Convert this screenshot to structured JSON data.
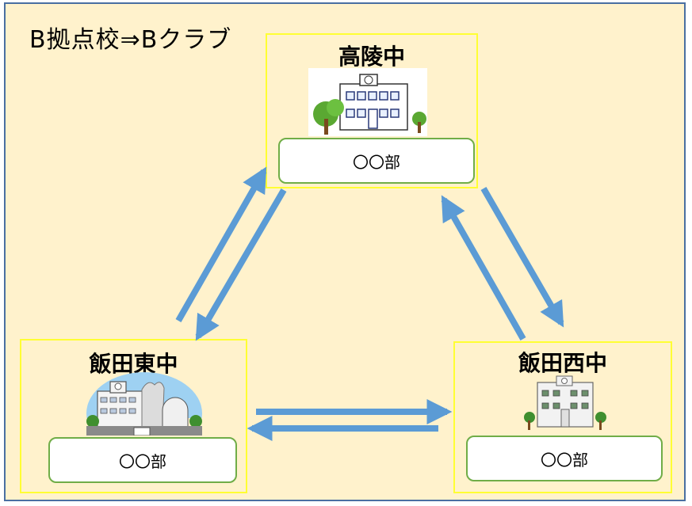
{
  "title": "B拠点校⇒Bクラブ",
  "schools": {
    "top": {
      "name": "高陵中",
      "club": "〇〇部",
      "icon": "school-building-icon"
    },
    "left": {
      "name": "飯田東中",
      "club": "〇〇部",
      "icon": "school-building-icon"
    },
    "right": {
      "name": "飯田西中",
      "club": "〇〇部",
      "icon": "school-building-icon"
    }
  },
  "colors": {
    "background": "#fff2cc",
    "frame": "#4a6fa1",
    "school_border": "#ffff33",
    "club_border": "#70ad47",
    "arrow": "#5b9bd5"
  }
}
